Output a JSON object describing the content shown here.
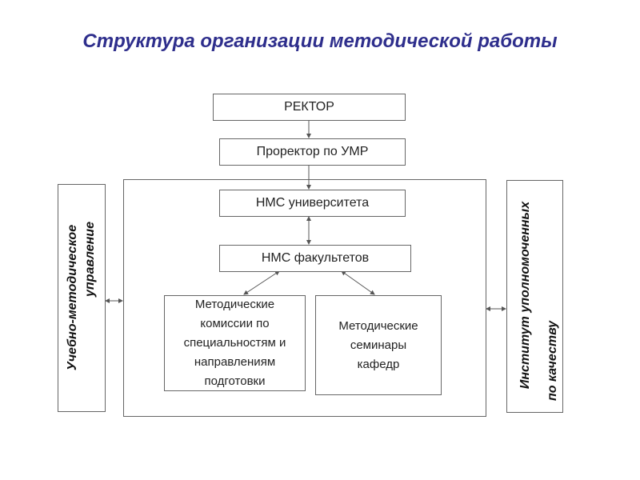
{
  "title": "Структура организации методической работы",
  "nodes": {
    "rector": "РЕКТОР",
    "prorector": "Проректор по УМР",
    "nms_university": "НМС университета",
    "nms_faculties": "НМС факультетов",
    "commissions": [
      "Методические",
      "комиссии по",
      "специальностям и",
      "направлениям",
      "подготовки"
    ],
    "seminars": [
      "Методические",
      "семинары",
      "кафедр"
    ]
  },
  "side": {
    "left": [
      "Учебно-методическое",
      "управление"
    ],
    "right": [
      "Институт уполномоченных",
      "по качеству"
    ]
  },
  "colors": {
    "title": "#2e2e8c",
    "border": "#666666"
  }
}
